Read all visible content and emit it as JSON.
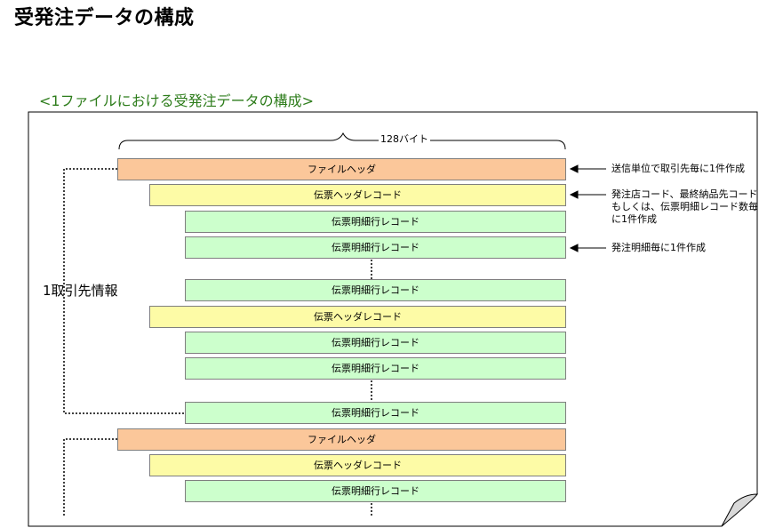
{
  "title": "受発注データの構成",
  "section_heading": "<1ファイルにおける受発注データの構成>",
  "record_width_label": "128バイト",
  "side_label": "1取引先情報",
  "records": {
    "file_header": "ファイルヘッダ",
    "slip_header": "伝票ヘッダレコード",
    "slip_detail": "伝票明細行レコード"
  },
  "notes": {
    "file_header": "送信単位で取引先毎に1件作成",
    "slip_header_line1": "発注店コード、最終納品先コード",
    "slip_header_line2": "もしくは、伝票明細レコード数毎",
    "slip_header_line3": "に1件作成",
    "slip_detail": "発注明細毎に1件作成"
  }
}
